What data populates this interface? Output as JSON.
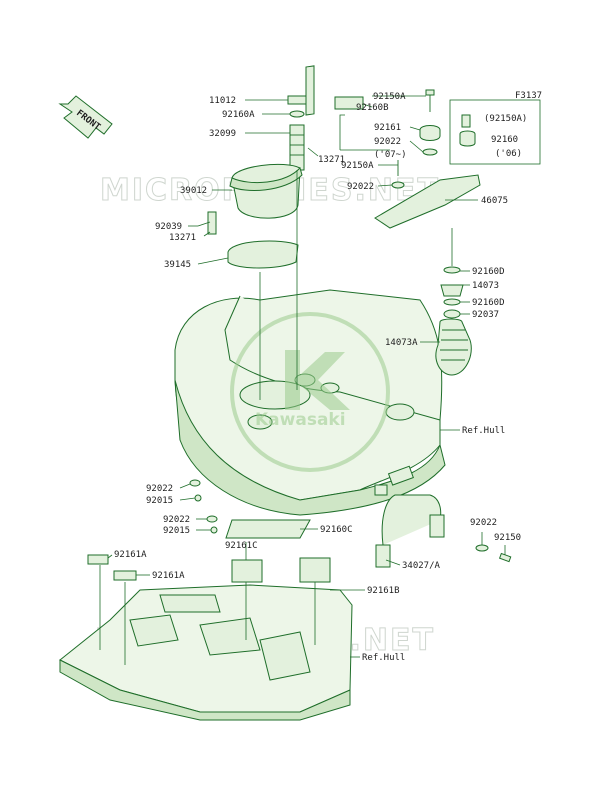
{
  "figure_code": "F3137",
  "front_label": "FRONT",
  "watermark": "MICROFICHES.NET",
  "logo_text": "Kawasaki",
  "colors": {
    "line": "#1f6e2a",
    "fill": "#e3f1dd",
    "text": "#1f1f1f",
    "watermark": "#cfd6cf"
  },
  "labels": {
    "l11012": "11012",
    "l92160A": "92160A",
    "l32099": "32099",
    "l13271a": "13271",
    "l39012": "39012",
    "l92039": "92039",
    "l13271b": "13271",
    "l39145": "39145",
    "l92150Aa": "92150A",
    "l92160B": "92160B",
    "l92161a": "92161",
    "l92022a": "92022",
    "l07": "('07~)",
    "l92150Ab": "92150A",
    "l92022b": "92022",
    "l92150Ap": "(92150A)",
    "l92160": "92160",
    "l06": "('06)",
    "l46075": "46075",
    "l92160Da": "92160D",
    "l14073": "14073",
    "l92160Db": "92160D",
    "l92037": "92037",
    "l14073A": "14073A",
    "refHull1": "Ref.Hull",
    "l92022c": "92022",
    "l92015a": "92015",
    "l92022d": "92022",
    "l92015b": "92015",
    "l92160C": "92160C",
    "l92161C": "92161C",
    "l92161Aa": "92161A",
    "l92161Ab": "92161A",
    "l92161B": "92161B",
    "refHull2": "Ref.Hull",
    "l92022e": "92022",
    "l92150": "92150",
    "l34027": "34027/A"
  }
}
